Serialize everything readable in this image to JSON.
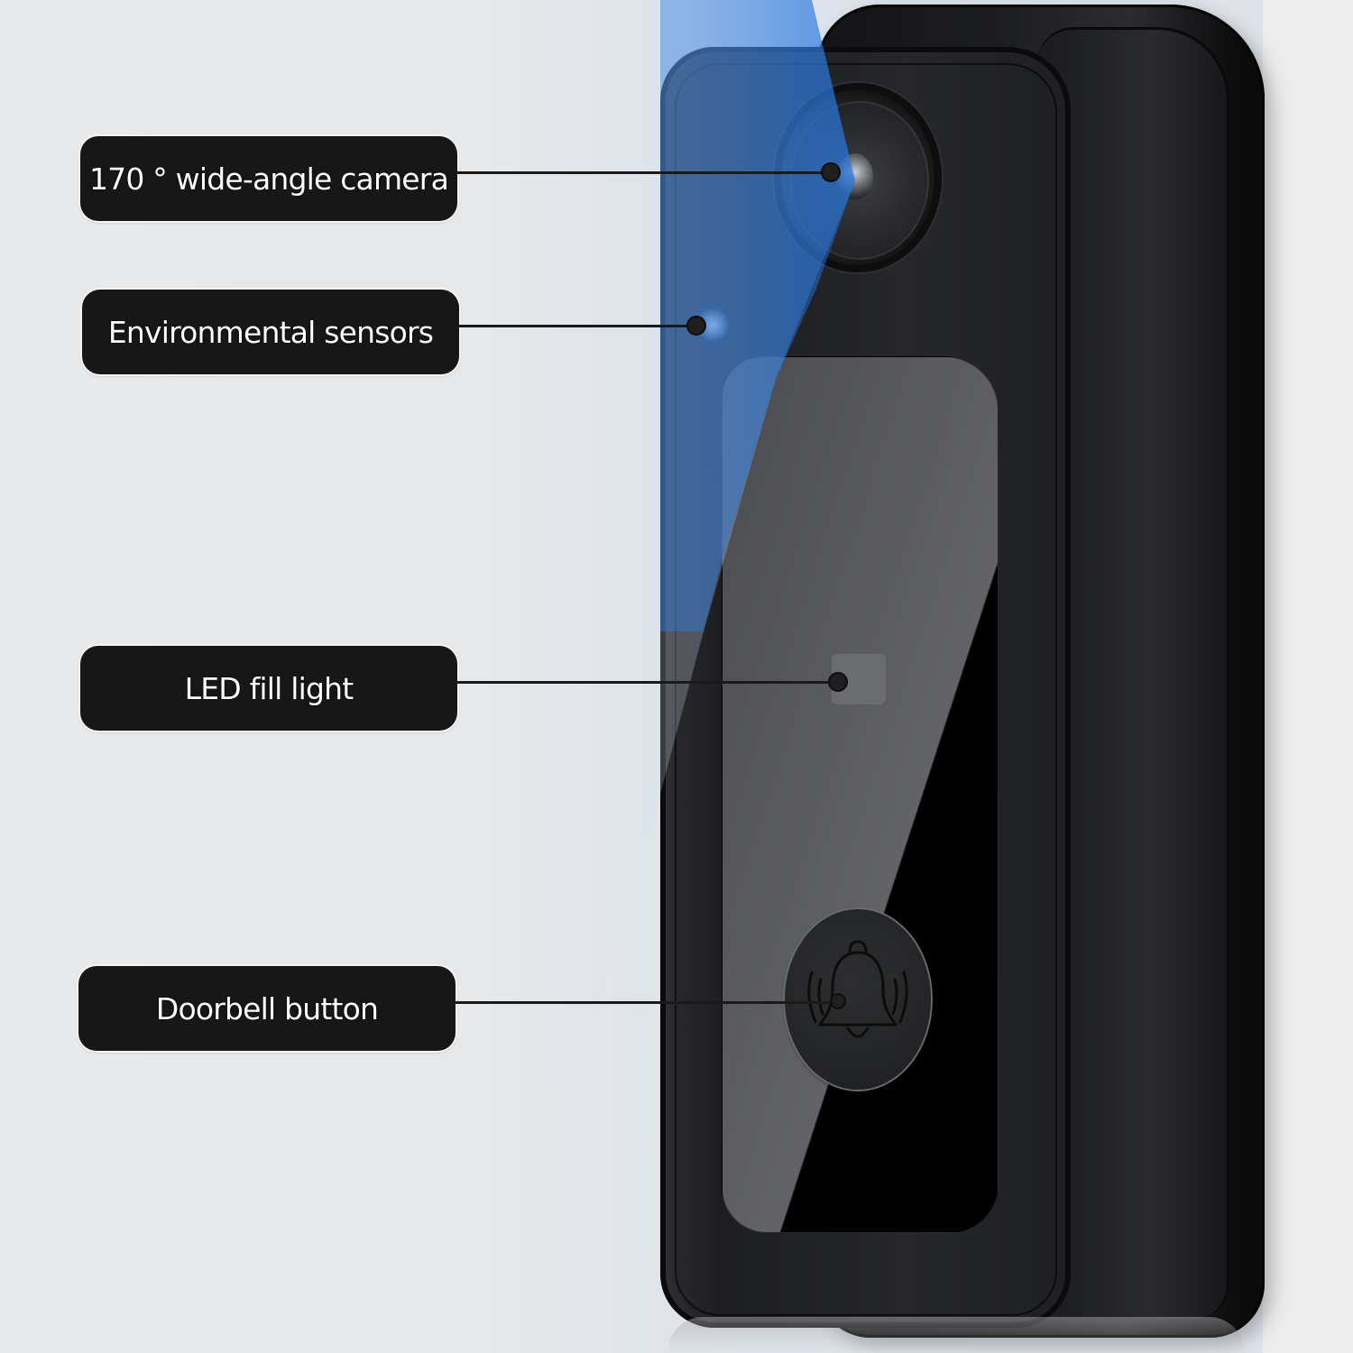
{
  "product": {
    "type": "video doorbell",
    "colors": {
      "background": "#e6e8ea",
      "callout_bg": "#171717",
      "callout_text": "#ffffff",
      "beam_blue": "#2d7be0",
      "body": "#1d1e21"
    }
  },
  "callouts": [
    {
      "label": "170 ° wide-angle camera",
      "target": "camera-lens"
    },
    {
      "label": "Environmental sensors",
      "target": "environmental-sensor"
    },
    {
      "label": "LED fill light",
      "target": "led-fill-light"
    },
    {
      "label": "Doorbell button",
      "target": "doorbell-button"
    }
  ],
  "icons": {
    "doorbell_button_icon": "ringing-bell-icon"
  }
}
